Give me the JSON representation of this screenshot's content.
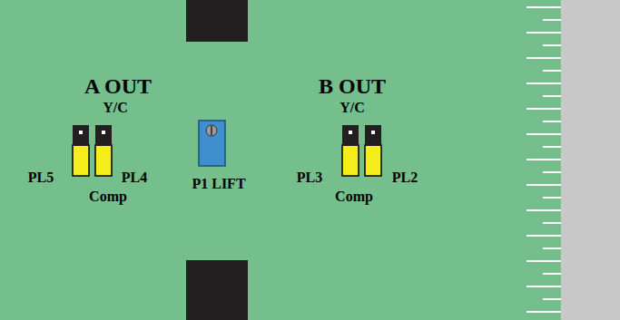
{
  "diagram": {
    "labels": [
      "A OUT",
      "Y/C",
      "PL5",
      "PL4",
      "Comp",
      "P1 LIFT",
      "B OUT",
      "Y/C",
      "PL3",
      "PL2",
      "Comp"
    ]
  }
}
